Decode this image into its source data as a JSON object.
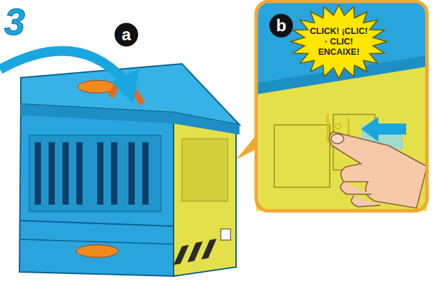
{
  "diagram": {
    "nodes": [
      {
        "text": [
          "a"
        ]
      },
      {
        "text": [
          "b"
        ]
      },
      {
        "text": [
          "CLICK! ¡CLIC! · CLIC! ENCAIXE!"
        ]
      }
    ],
    "labels": [
      "3"
    ]
  }
}
